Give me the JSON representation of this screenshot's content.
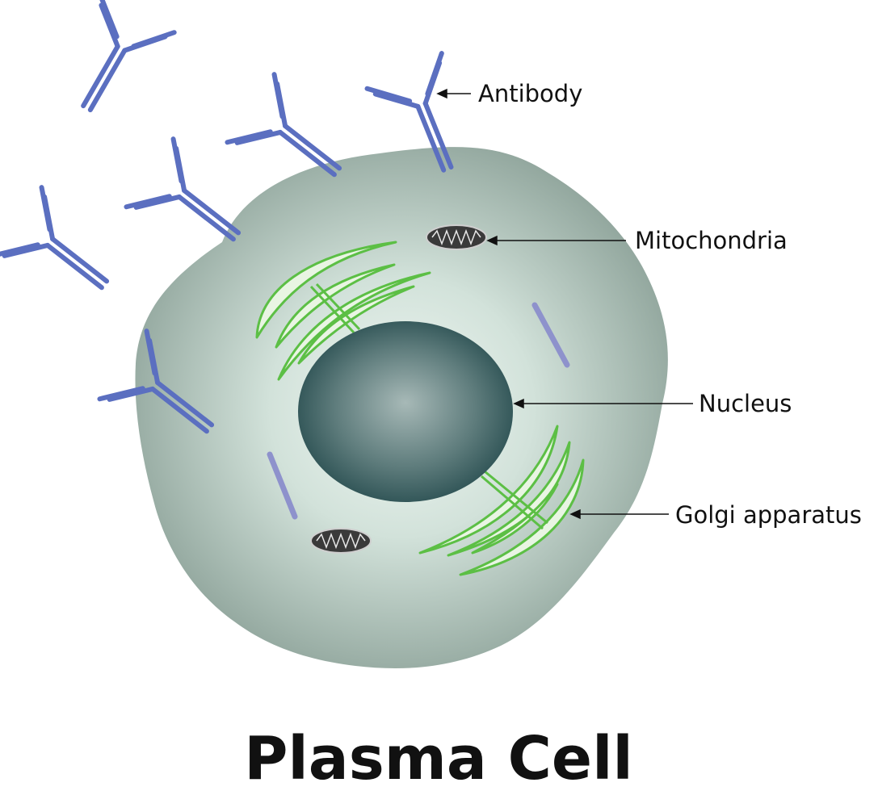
{
  "title": "Plasma Cell",
  "labels": {
    "antibody": "Antibody",
    "mitochondria": "Mitochondria",
    "nucleus": "Nucleus",
    "golgi": "Golgi apparatus"
  },
  "colors": {
    "antibody": "#5b6fc0",
    "cytoplasm_light": "#e6f0ec",
    "cytoplasm_dark": "#93a79f",
    "nucleus_light": "#a9bbb9",
    "nucleus_dark": "#1f4648",
    "golgi_fill": "#e9f5e3",
    "golgi_stroke": "#5cbf45",
    "mitochondria": "#3a3a3a",
    "er_rod": "#8e92cc",
    "text": "#111111"
  }
}
